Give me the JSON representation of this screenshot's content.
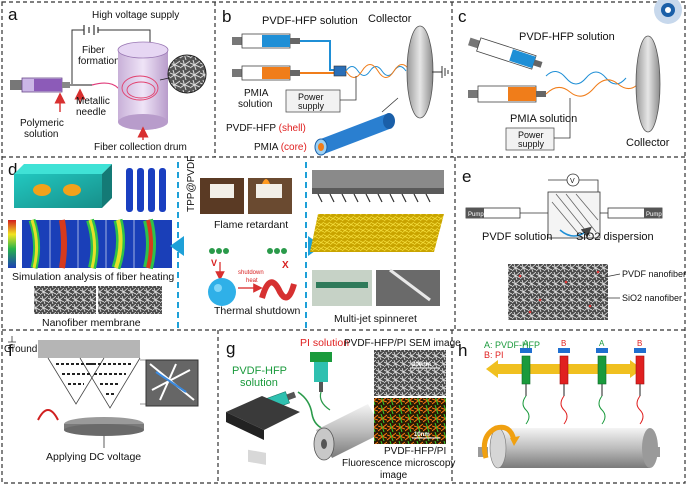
{
  "panels": {
    "a": {
      "letter": "a",
      "labels": {
        "high_voltage": "High voltage supply",
        "fiber_formation_1": "Fiber",
        "fiber_formation_2": "formation",
        "metallic_1": "Metallic",
        "metallic_2": "needle",
        "polymeric_1": "Polymeric",
        "polymeric_2": "solution",
        "drum": "Fiber collection drum"
      }
    },
    "b": {
      "letter": "b",
      "labels": {
        "pvdf_hfp_solution": "PVDF-HFP solution",
        "collector": "Collector",
        "pmia_1": "PMIA",
        "pmia_2": "solution",
        "power_1": "Power",
        "power_2": "supply",
        "shell_prefix": "PVDF-HFP ",
        "shell": "(shell)",
        "core_prefix": "PMIA ",
        "core": "(core)"
      }
    },
    "c": {
      "letter": "c",
      "labels": {
        "pvdf_hfp_solution": "PVDF-HFP solution",
        "pmia_solution": "PMIA solution",
        "power_1": "Power",
        "power_2": "supply",
        "collector": "Collector"
      }
    },
    "d": {
      "letter": "d",
      "labels": {
        "simulation": "Simulation analysis of fiber heating",
        "membrane": "Nanofiber membrane",
        "tpp": "TPP@PVDF",
        "flame": "Flame retardant",
        "thermal": "Thermal shutdown",
        "shutdown_word": "shutdown",
        "heat_word": "heat",
        "spinneret": "Multi-jet spinneret",
        "v_mark": "V",
        "x_mark": "X"
      }
    },
    "e": {
      "letter": "e",
      "labels": {
        "voltage": "V",
        "pump_left": "Pump",
        "pump_right": "Pump",
        "pvdf_solution": "PVDF solution",
        "sio2_dispersion": "SiO2 dispersion",
        "pvdf_nanofiber": "PVDF nanofiber",
        "sio2_nanofiber": "SiO2 nanofiber"
      }
    },
    "f": {
      "letter": "f",
      "labels": {
        "ground": "Ground",
        "dc_voltage": "Applying DC voltage"
      }
    },
    "g": {
      "letter": "g",
      "labels": {
        "pi_solution": "PI solution",
        "sem": "PVDF-HFP/PI SEM image",
        "pvdf_1": "PVDF-HFP",
        "pvdf_2": "solution",
        "scale1": "300nm",
        "scale2": "10nm",
        "fluor_1": "PVDF-HFP/PI",
        "fluor_2": "Fluorescence microscopy",
        "fluor_3": "image"
      }
    },
    "h": {
      "letter": "h",
      "labels": {
        "legend_a": "A: PVDF-HFP",
        "legend_b": "B: PI",
        "syr_1": "A",
        "syr_2": "B",
        "syr_3": "A",
        "syr_4": "B"
      }
    }
  },
  "colors": {
    "pvdf_blue": "#1f8fd6",
    "pmia_orange": "#f07d1a",
    "pi_red": "#e02020",
    "pvdf_green": "#1a9a3c",
    "dash_border": "#333333",
    "cyan_divider": "#1ea0d8"
  }
}
